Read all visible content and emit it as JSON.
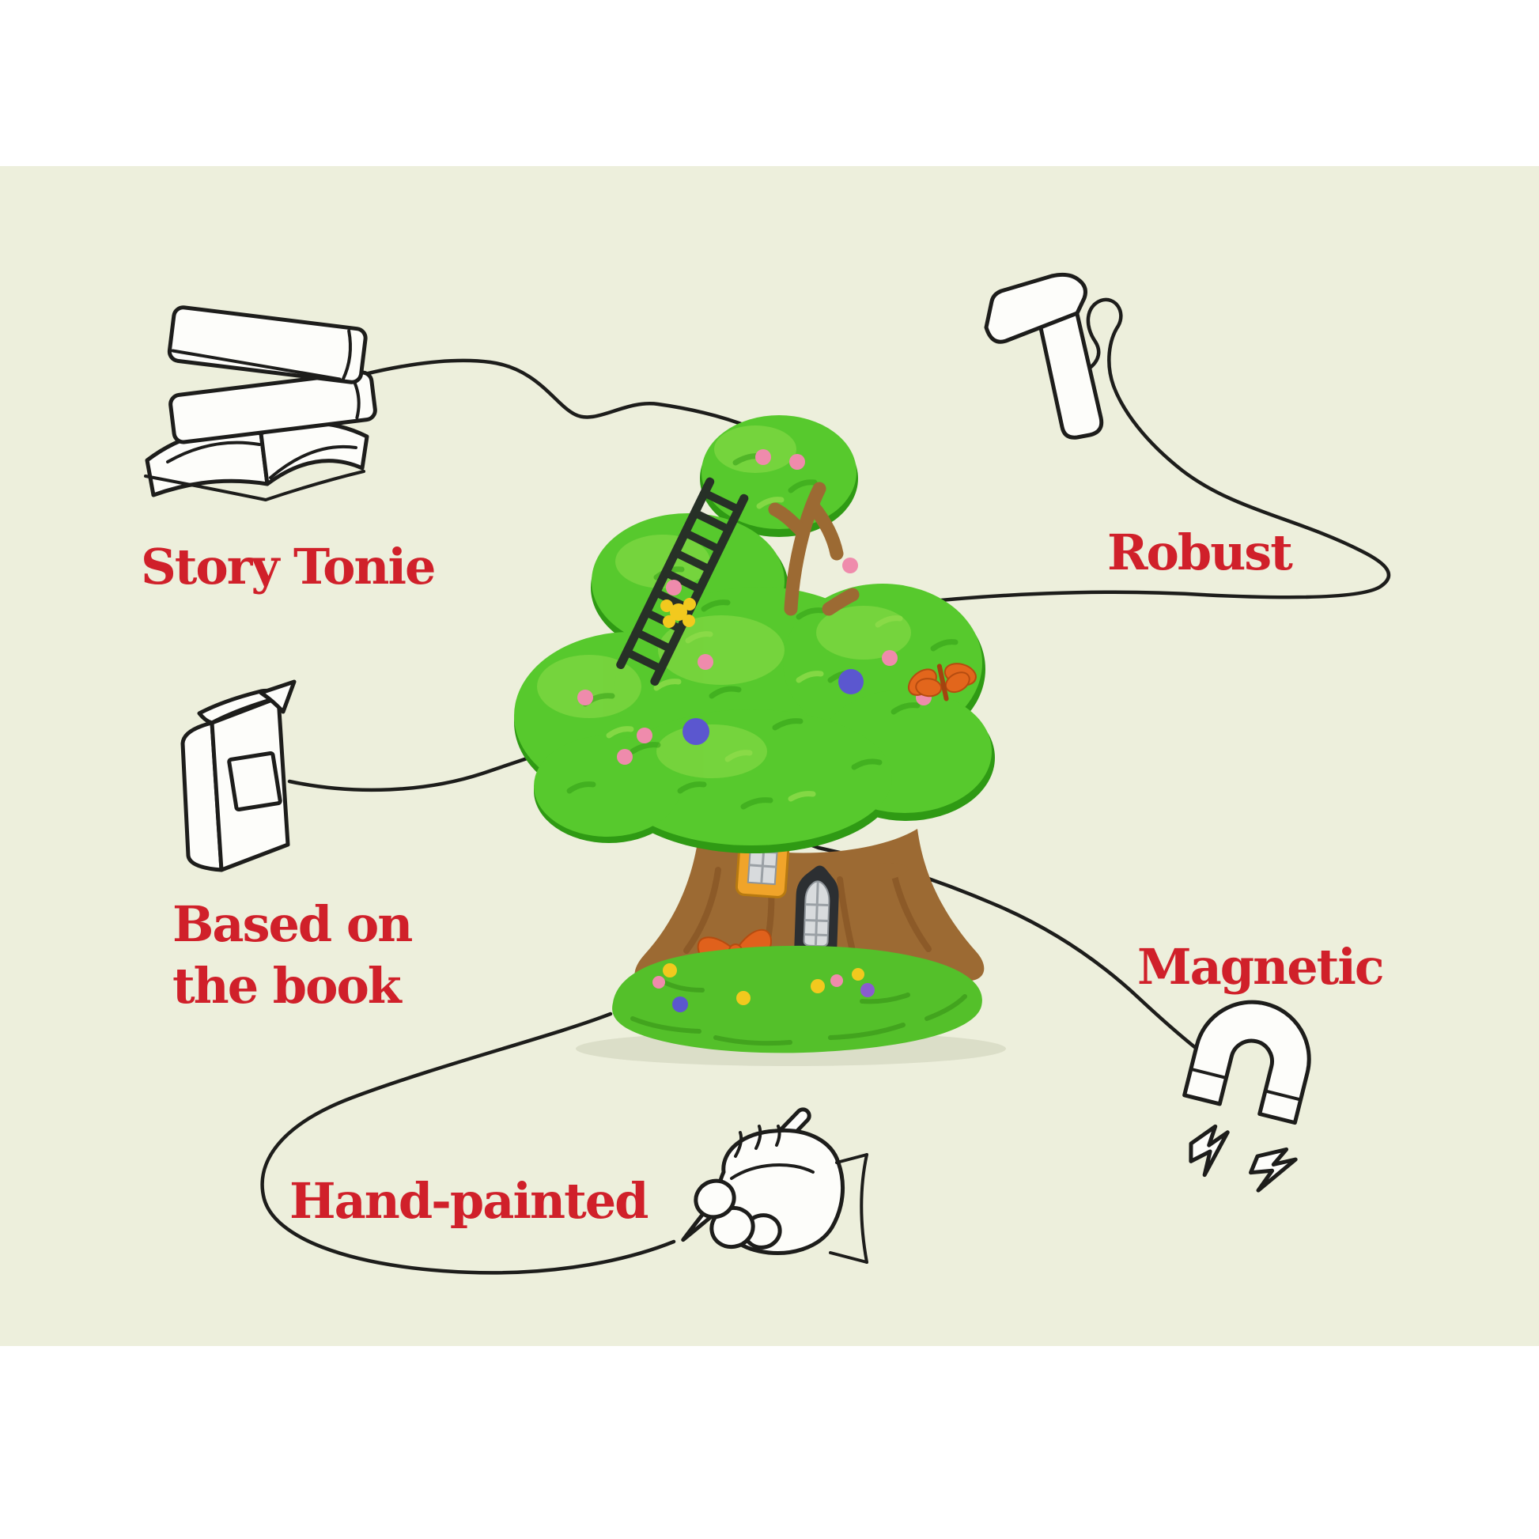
{
  "features": [
    {
      "id": "story-tonie",
      "label": "Story Tonie",
      "icon": "books-stack-icon"
    },
    {
      "id": "robust",
      "label": "Robust",
      "icon": "hammer-icon"
    },
    {
      "id": "based-on-the-book",
      "label": "Based on the book",
      "icon": "book-icon"
    },
    {
      "id": "magnetic",
      "label": "Magnetic",
      "icon": "magnet-icon"
    },
    {
      "id": "hand-painted",
      "label": "Hand-painted",
      "icon": "hand-paintbrush-icon"
    }
  ],
  "figure": {
    "name": "tree-house-figurine"
  },
  "colors": {
    "outer": "#ffffff",
    "panel": "#edefdc",
    "line": "#1d1d1b",
    "accent": "#d0202a",
    "icon_fill": "#fdfdfa",
    "tree_green": "#57c92d",
    "tree_green_dark": "#2f9a14",
    "tree_green_light": "#8edc4a",
    "trunk": "#9c6a33",
    "trunk_dark": "#7b4a1e",
    "grass": "#54c02a",
    "grass_dark": "#3d9c1c",
    "ladder": "#273027",
    "window_yellow": "#f0a42a",
    "window_black": "#2c2f32",
    "pane": "#d8dbdd",
    "butterfly": "#e2661c",
    "bow_orange": "#e0611c",
    "berry_pink": "#ef8bac",
    "berry_blue": "#5b57cf",
    "flower_yellow": "#f2c91e",
    "flower_purple": "#8a5bd0"
  }
}
